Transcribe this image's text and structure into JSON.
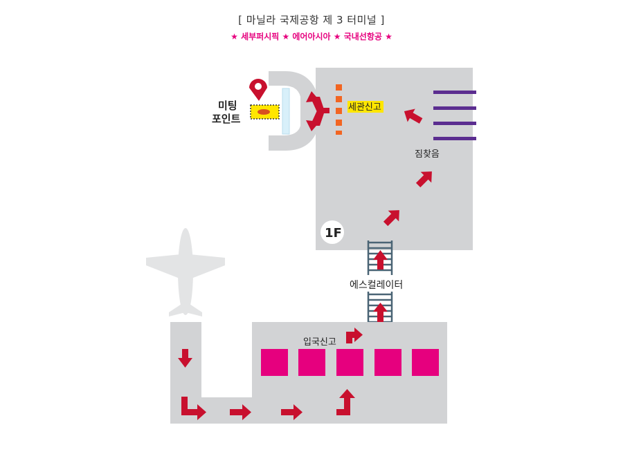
{
  "title": "[ 마닐라 국제공항 제 3 터미널 ]",
  "airlines": "★ 세부퍼시픽 ★ 에어아시아 ★ 국내선항공 ★",
  "labels": {
    "meeting_point_line1": "미팅",
    "meeting_point_line2": "포인트",
    "customs": "세관신고",
    "baggage_claim": "짐찾음",
    "floor": "1F",
    "escalator": "에스컬레이터",
    "immigration": "입국신고"
  },
  "colors": {
    "area": "#d2d3d5",
    "arrow": "#c8102e",
    "counter": "#e6007e",
    "carousel": "#5b2d90",
    "customs_marker": "#f26522",
    "escalator": "#4a6475",
    "meeting_box": "#ffe600",
    "pin": "#c8102e",
    "highlight": "#ffe600"
  },
  "icons": [
    "airplane-icon",
    "location-pin-icon",
    "escalator-icon"
  ]
}
